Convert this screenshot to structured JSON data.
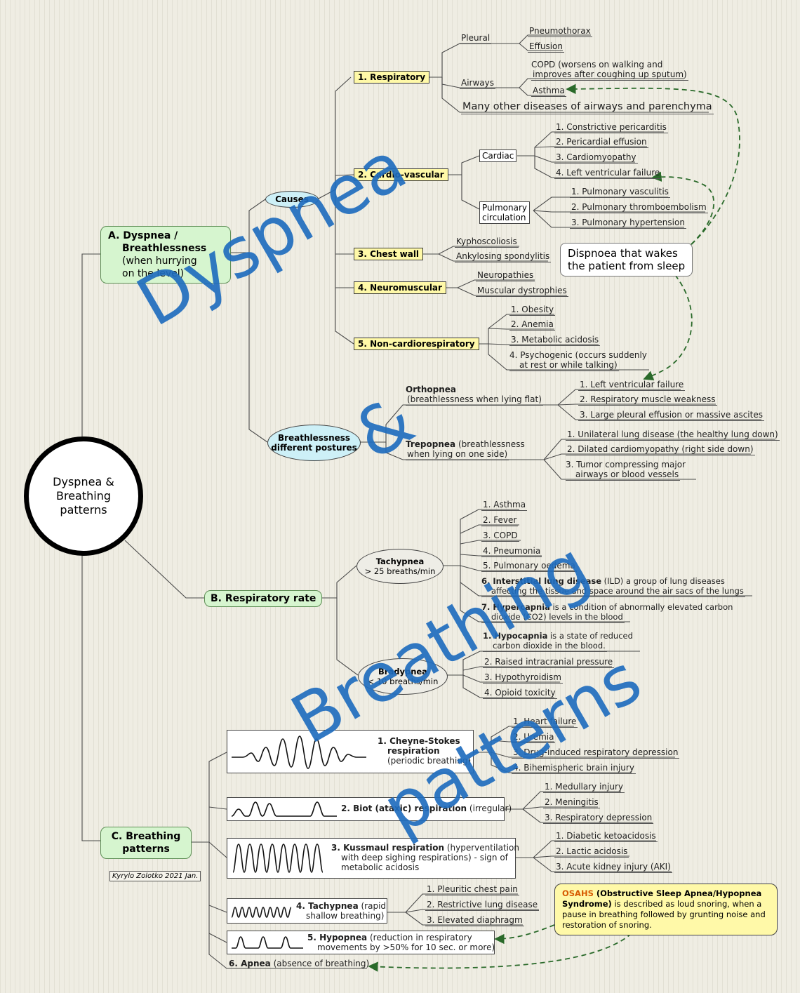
{
  "root": {
    "line1": "Dyspnea &",
    "line2": "Breathing",
    "line3": "patterns"
  },
  "watermark": {
    "line1": "Dyspnea",
    "line2": "&",
    "line3": "Breathing",
    "line4": "patterns"
  },
  "credit": "Kyrylo Zolotko 2021 Jan.",
  "a": {
    "title1": "A. Dyspnea /",
    "title2": "Breathlessness",
    "sub1": "(when hurrying",
    "sub2": "on the level)",
    "causes": "Causes",
    "respiratory": "1. Respiratory",
    "pleural": "Pleural",
    "pneumothorax": "Pneumothorax",
    "effusion": "Effusion",
    "airways": "Airways",
    "copd1": "COPD (worsens on walking and",
    "copd2": "improves after coughing up sputum)",
    "asthma": "Asthma",
    "many_other": "Many other diseases of airways and parenchyma",
    "cardio": "2. Cardio-vascular",
    "cardiac": "Cardiac",
    "cardiac_items": [
      "1. Constrictive pericarditis",
      "2. Pericardial effusion",
      "3. Cardiomyopathy",
      "4. Left ventricular failure"
    ],
    "pulm1": "Pulmonary",
    "pulm2": "circulation",
    "pulm_items": [
      "1. Pulmonary vasculitis",
      "2. Pulmonary thromboembolism",
      "3. Pulmonary hypertension"
    ],
    "chest_wall": "3. Chest wall",
    "chest_items": [
      "Kyphoscoliosis",
      "Ankylosing spondylitis"
    ],
    "neuromuscular": "4. Neuromuscular",
    "neuro_items": [
      "Neuropathies",
      "Muscular dystrophies"
    ],
    "noncardio": "5. Non-cardiorespiratory",
    "noncardio_items": [
      "1. Obesity",
      "2. Anemia",
      "3. Metabolic acidosis"
    ],
    "psych1": "4. Psychogenic (occurs suddenly",
    "psych2": "at rest or while talking)",
    "callout1": "Dispnoea that wakes",
    "callout2": "the patient from sleep",
    "postures1": "Breathlessness",
    "postures2": "different postures",
    "orthopnea": "Orthopnea",
    "orthopnea_sub": "(breathlessness when lying flat)",
    "ortho_items": [
      "1. Left ventricular failure",
      "2. Respiratory muscle weakness",
      "3. Large pleural effusion or massive ascites"
    ],
    "trepopnea": "Trepopnea",
    "trepopnea_sub1": "(breathlessness",
    "trepopnea_sub2": "when lying on one side)",
    "trepo_items": [
      "1. Unilateral lung disease (the healthy lung down)",
      "2. Dilated cardiomyopathy (right side down)",
      "3. Tumor compressing major",
      "airways or blood vessels"
    ]
  },
  "b": {
    "title": "B. Respiratory rate",
    "tachy1": "Tachypnea",
    "tachy2": "> 25 breaths/min",
    "tachy_items": [
      "1. Asthma",
      "2. Fever",
      "3. COPD",
      "4. Pneumonia",
      "5. Pulmonary oedema"
    ],
    "ild_b": "6. Interstitial lung disease",
    "ild_r": " (ILD) a group of lung diseases",
    "ild2": "affecting the tissue and space around the air sacs of the lungs",
    "hyper_b": "7. Hypercapnia",
    "hyper_r": " is a condition of abnormally elevated carbon",
    "hyper2": "dioxide (CO2) levels in the blood",
    "brady1": "Bradypnea",
    "brady2": "< 10 breaths/min",
    "hypo_b": "1. Hypocapnia",
    "hypo_r": " is a state of reduced",
    "hypo2": "carbon dioxide in the blood.",
    "brady_items": [
      "2. Raised intracranial pressure",
      "3. Hypothyroidism",
      "4. Opioid toxicity"
    ]
  },
  "c": {
    "title1": "C. Breathing",
    "title2": "patterns",
    "cheyne_b": "1. Cheyne-Stokes",
    "cheyne2": "respiration",
    "cheyne3": "(periodic breathing)",
    "cheyne_items": [
      "1. Heart failure",
      "2. Uremia",
      "3. Drug-induced respiratory depression",
      "4. Bihemispheric brain injury"
    ],
    "biot_b": "2. Biot (ataxic) respiration",
    "biot_r": " (irregular)",
    "biot_items": [
      "1. Medullary injury",
      "2. Meningitis",
      "3. Respiratory depression"
    ],
    "kuss_b": "3. Kussmaul respiration",
    "kuss_r": " (hyperventilation",
    "kuss2": "with deep sighing respirations) - sign of",
    "kuss3": "metabolic acidosis",
    "kuss_items": [
      "1. Diabetic ketoacidosis",
      "2. Lactic acidosis",
      "3. Acute kidney injury (AKI)"
    ],
    "tachy_b": "4. Tachypnea",
    "tachy_r": " (rapid",
    "tachy2": "shallow breathing)",
    "tachy_items": [
      "1. Pleuritic chest pain",
      "2. Restrictive lung disease",
      "3. Elevated diaphragm"
    ],
    "hypop_b": "5. Hypopnea",
    "hypop_r": " (reduction in respiratory",
    "hypop2": "movements by >50% for 10 sec. or more)",
    "apnea_b": "6. Apnea",
    "apnea_r": " (absence of breathing)",
    "osahs_k": "OSAHS",
    "osahs_b": " (Obstructive Sleep Apnea/Hypopnea Syndrome)",
    "osahs_r": " is described as loud snoring, when a pause in breathing followed by grunting noise and restoration of snoring."
  },
  "colors": {
    "accent_blue": "#206cbe",
    "yellow_box": "#fff9a8",
    "green_box": "#d6f5cf",
    "cyan_oval": "#cdf0f7",
    "osahs_orange": "#d75a00",
    "arrow_green": "#2a6a2a"
  }
}
